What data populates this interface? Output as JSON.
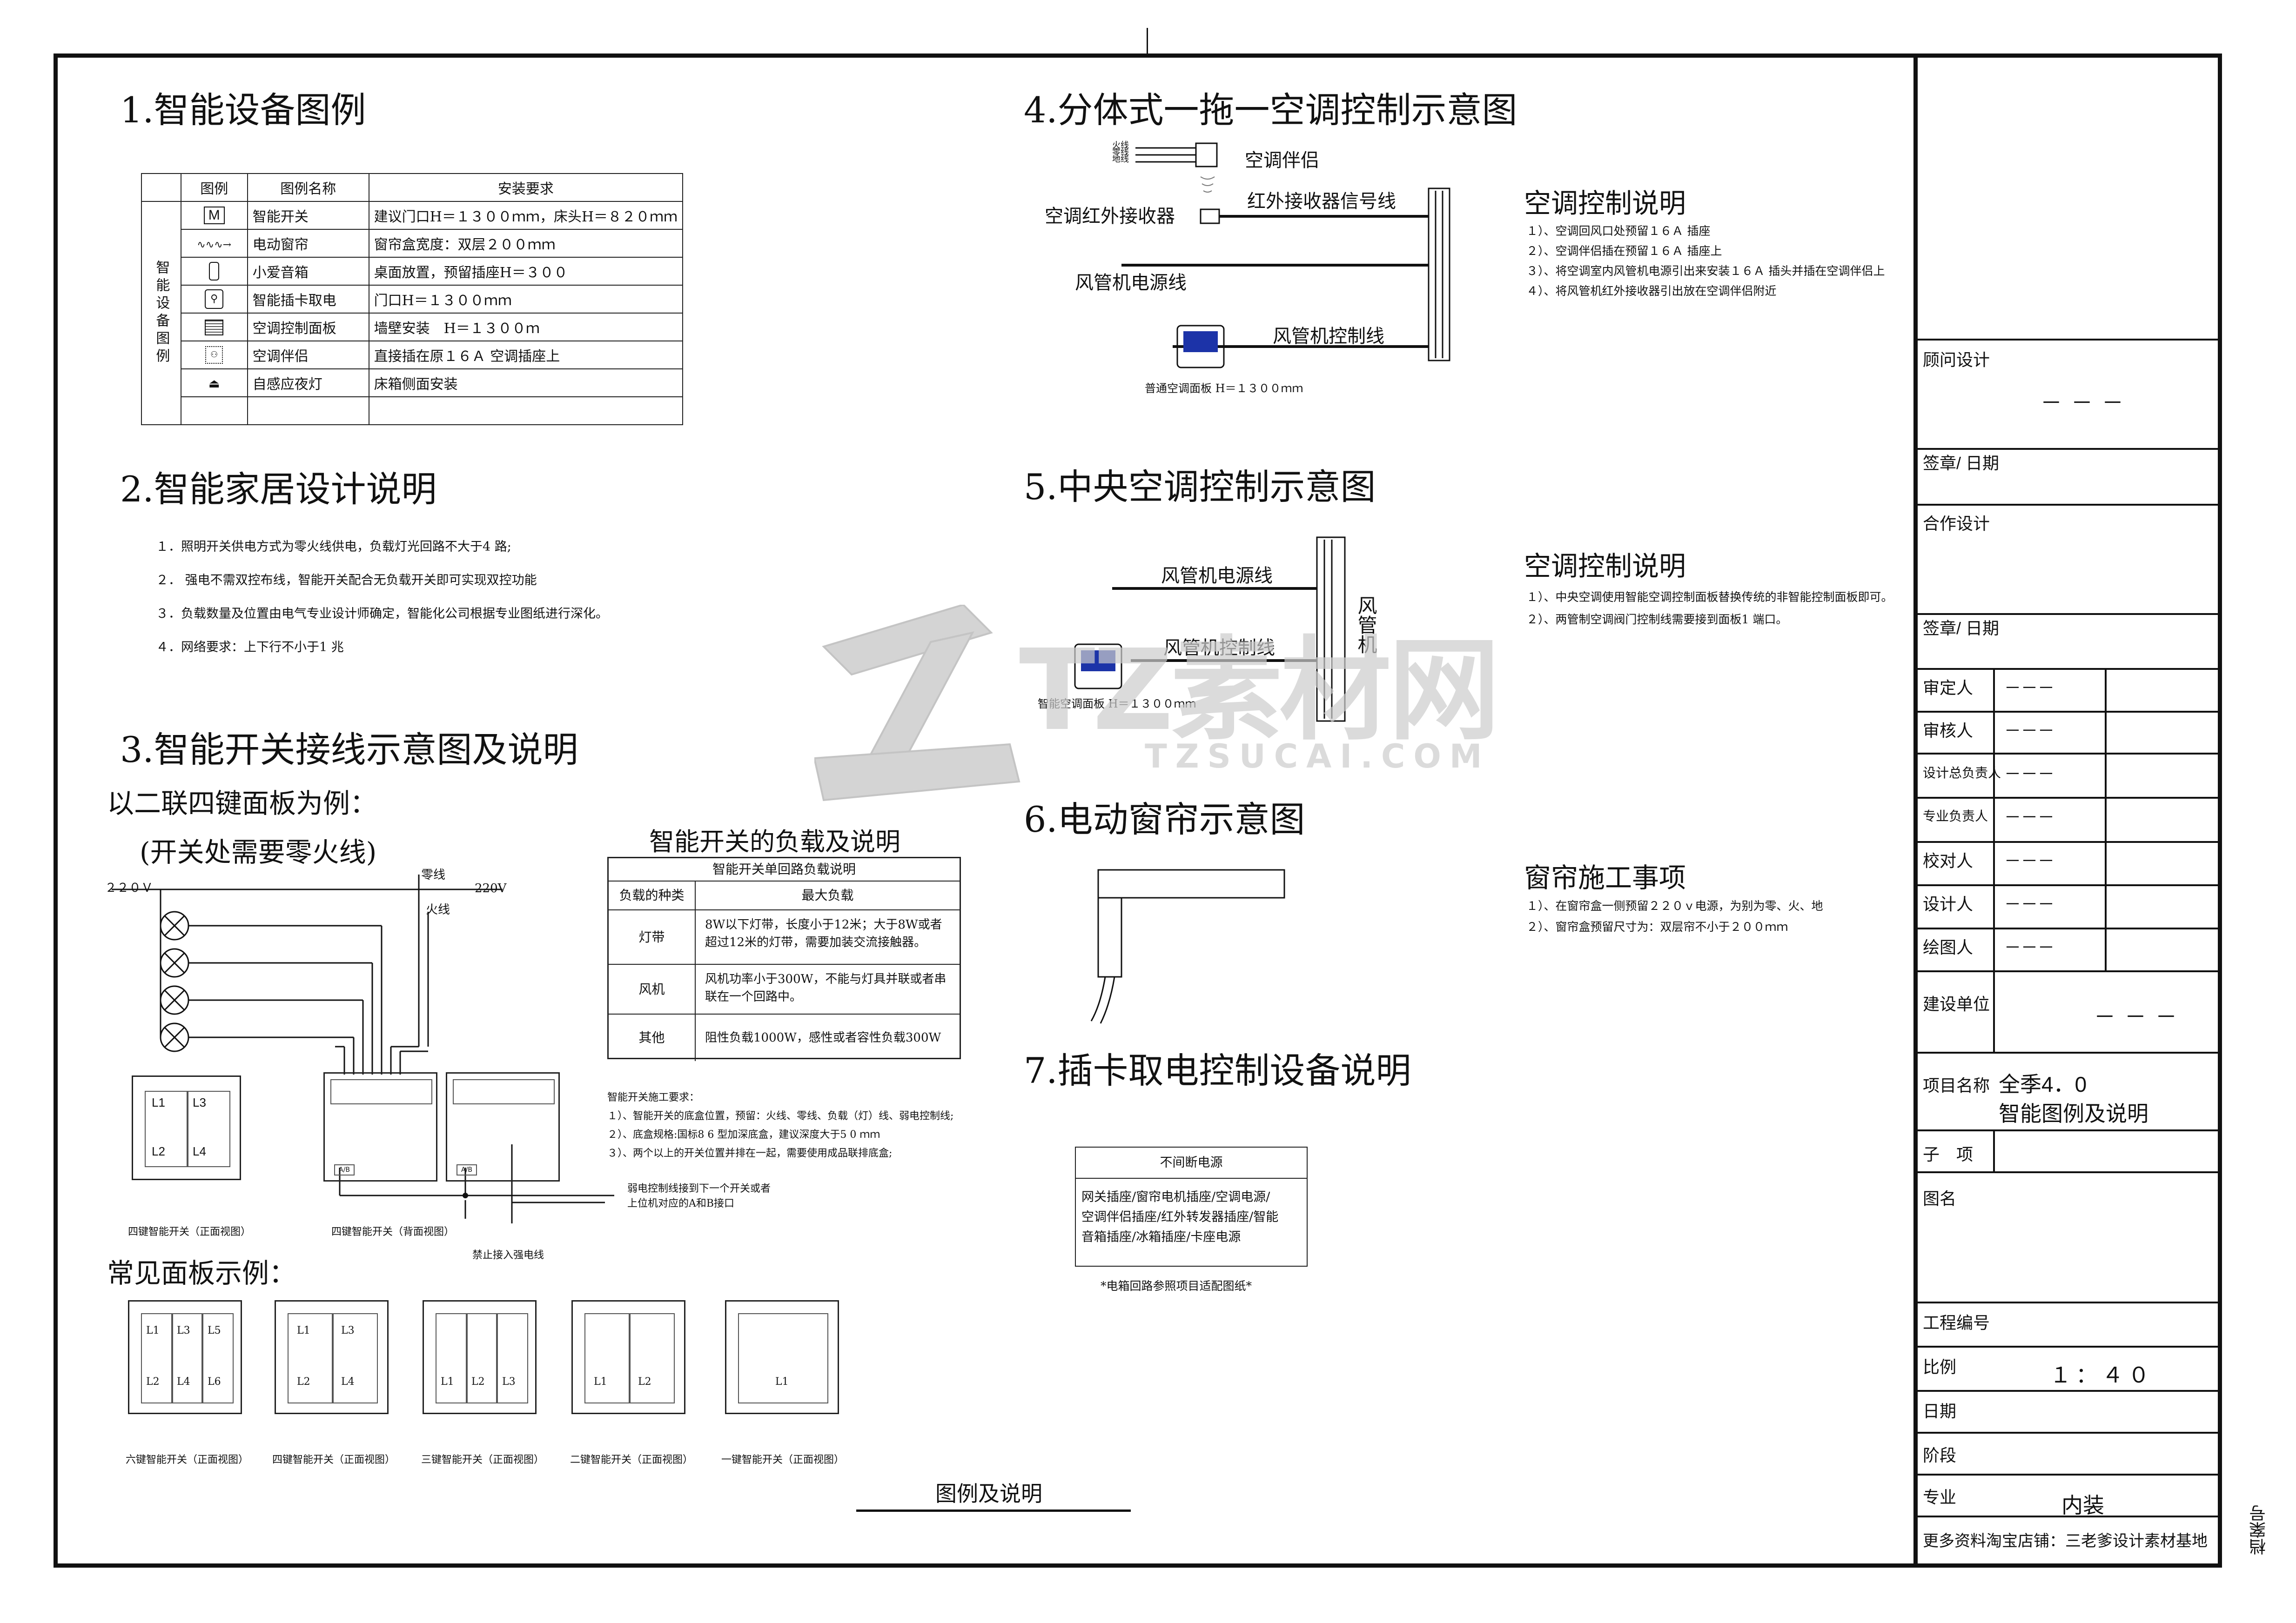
{
  "section1": {
    "title": "1.智能设备图例",
    "table": {
      "headers": [
        "图例",
        "图例名称",
        "安装要求"
      ],
      "group_label": "智能设备图例",
      "rows": [
        {
          "name": "智能开关",
          "req": "建议门口H＝１３００ｍｍ，床头H＝８２０ｍｍ"
        },
        {
          "name": "电动窗帘",
          "req": "窗帘盒宽度：双层２００ｍｍ"
        },
        {
          "name": "小爱音箱",
          "req": "桌面放置，预留插座H＝３００"
        },
        {
          "name": "智能插卡取电",
          "req": "门口H＝１３００ｍｍ"
        },
        {
          "name": "空调控制面板",
          "req": "墙壁安装　H＝１３００ｍ"
        },
        {
          "name": "空调伴侣",
          "req": "直接插在原１６Ａ 空调插座上"
        },
        {
          "name": "自感应夜灯",
          "req": "床箱侧面安装"
        }
      ]
    }
  },
  "section2": {
    "title": "2.智能家居设计说明",
    "items": [
      "１．照明开关供电方式为零火线供电，负载灯光回路不大于4 路;",
      "２． 强电不需双控布线，智能开关配合无负载开关即可实现双控功能",
      "３．负载数量及位置由电气专业设计师确定，智能化公司根据专业图纸进行深化。",
      "４．网络要求：上下行不小于1 兆"
    ]
  },
  "section3": {
    "title": "3.智能开关接线示意图及说明",
    "example": "以二联四键面板为例：",
    "note": "(开关处需要零火线)",
    "labels": {
      "v220_left": "２２０Ｖ",
      "zero": "零线",
      "v220_right": "220V",
      "fire": "火线",
      "front_caption": "四键智能开关（正面视图）",
      "back_caption": "四键智能开关（背面视图）",
      "weak_line": "弱电控制线接到下一个开关或者",
      "weak_line2": "上位机对应的A和B接口",
      "forbid": "禁止接入强电线",
      "panel_l1": "L1",
      "panel_l2": "L2",
      "panel_l3": "L3",
      "panel_l4": "L4"
    },
    "requirements": [
      "智能开关施工要求：",
      "１）、智能开关的底盒位置，预留：火线、零线、负载（灯）线、弱电控制线;",
      "２）、底盒规格:国标8 6 型加深底盒，建议深度大于5 0 ｍｍ",
      "３）、两个以上的开关位置并排在一起，需要使用成品联排底盒;"
    ]
  },
  "load_table": {
    "title": "智能开关的负载及说明",
    "caption": "智能开关单回路负载说明",
    "headers": [
      "负载的种类",
      "最大负载"
    ],
    "rows": [
      {
        "type": "灯带",
        "desc": "8W以下灯带，长度小于12米；大于8W或者超过12米的灯带，需要加装交流接触器。"
      },
      {
        "type": "风机",
        "desc": "风机功率小于300W，不能与灯具并联或者串联在一个回路中。"
      },
      {
        "type": "其他",
        "desc": "阻性负载1000W，感性或者容性负载300W"
      }
    ]
  },
  "common_panels": {
    "title": "常见面板示例：",
    "panels": [
      {
        "caption": "六键智能开关（正面视图）"
      },
      {
        "caption": "四键智能开关（正面视图）"
      },
      {
        "caption": "三键智能开关（正面视图）"
      },
      {
        "caption": "二键智能开关（正面视图）"
      },
      {
        "caption": "一键智能开关（正面视图）"
      }
    ]
  },
  "section4": {
    "title": "4.分体式一拖一空调控制示意图",
    "labels": {
      "wires": [
        "火线",
        "零线",
        "地线"
      ],
      "companion": "空调伴侣",
      "ir_receiver": "空调红外接收器",
      "ir_signal": "红外接收器信号线",
      "fan_power": "风管机电源线",
      "fan_control": "风管机控制线",
      "panel_caption": "普通空调面板 H＝１３００ｍｍ"
    },
    "notes_title": "空调控制说明",
    "notes": [
      "１）、空调回风口处预留１６Ａ 插座",
      "２）、空调伴侣插在预留１６Ａ 插座上",
      "３）、将空调室内风管机电源引出来安装１６Ａ 插头并插在空调伴侣上",
      "４）、将风管机红外接收器引出放在空调伴侣附近"
    ]
  },
  "section5": {
    "title": "5.中央空调控制示意图",
    "labels": {
      "fan_power": "风管机电源线",
      "fan_control": "风管机控制线",
      "fan_unit": "风管机",
      "panel_caption": "智能空调面板 H＝１３００ｍｍ"
    },
    "notes_title": "空调控制说明",
    "notes": [
      "１）、中央空调使用智能空调控制面板替换传统的非智能控制面板即可。",
      "２）、两管制空调阀门控制线需要接到面板1 端口。"
    ]
  },
  "section6": {
    "title": "6.电动窗帘示意图",
    "notes_title": "窗帘施工事项",
    "notes": [
      "１）、在窗帘盒一侧预留２２０ｖ电源，为别为零、火、地",
      "２）、窗帘盒预留尺寸为：双层帘不小于２００ｍｍ"
    ]
  },
  "section7": {
    "title": "7.插卡取电控制设备说明",
    "box_title": "不间断电源",
    "box_lines": [
      "网关插座/窗帘电机插座/空调电源/",
      "空调伴侣插座/红外转发器插座/智能",
      "音箱插座/冰箱插座/卡座电源"
    ],
    "footnote": "*电箱回路参照项目适配图纸*"
  },
  "drawing_title": "图例及说明",
  "watermark": {
    "main": "TZ素材网",
    "sub": "TZSUCAI.COM"
  },
  "title_block": {
    "consultant_label": "顾问设计",
    "consultant_value": "－－－",
    "sign_date1": "签章/ 日期",
    "partner_label": "合作设计",
    "sign_date2": "签章/ 日期",
    "roles": [
      {
        "label": "审定人",
        "value": "－－－"
      },
      {
        "label": "审核人",
        "value": "－－－"
      },
      {
        "label": "设计总负责人",
        "value": "－－－"
      },
      {
        "label": "专业负责人",
        "value": "－－－"
      },
      {
        "label": "校对人",
        "value": "－－－"
      },
      {
        "label": "设计人",
        "value": "－－－"
      },
      {
        "label": "绘图人",
        "value": "－－－"
      }
    ],
    "builder_label": "建设单位",
    "builder_value": "－－－",
    "project_label": "项目名称",
    "project_value1": "全季4．0",
    "project_value2": "智能图例及说明",
    "sub_item_label": "子　项",
    "drawing_name_label": "图名",
    "project_no_label": "工程编号",
    "scale_label": "比例",
    "scale_value": "１：４０",
    "date_label": "日期",
    "stage_label": "阶段",
    "major_label": "专业",
    "major_value": "内装",
    "footer": "更多资料淘宝店铺：三老爹设计素材基地",
    "side_label": "档案号"
  }
}
